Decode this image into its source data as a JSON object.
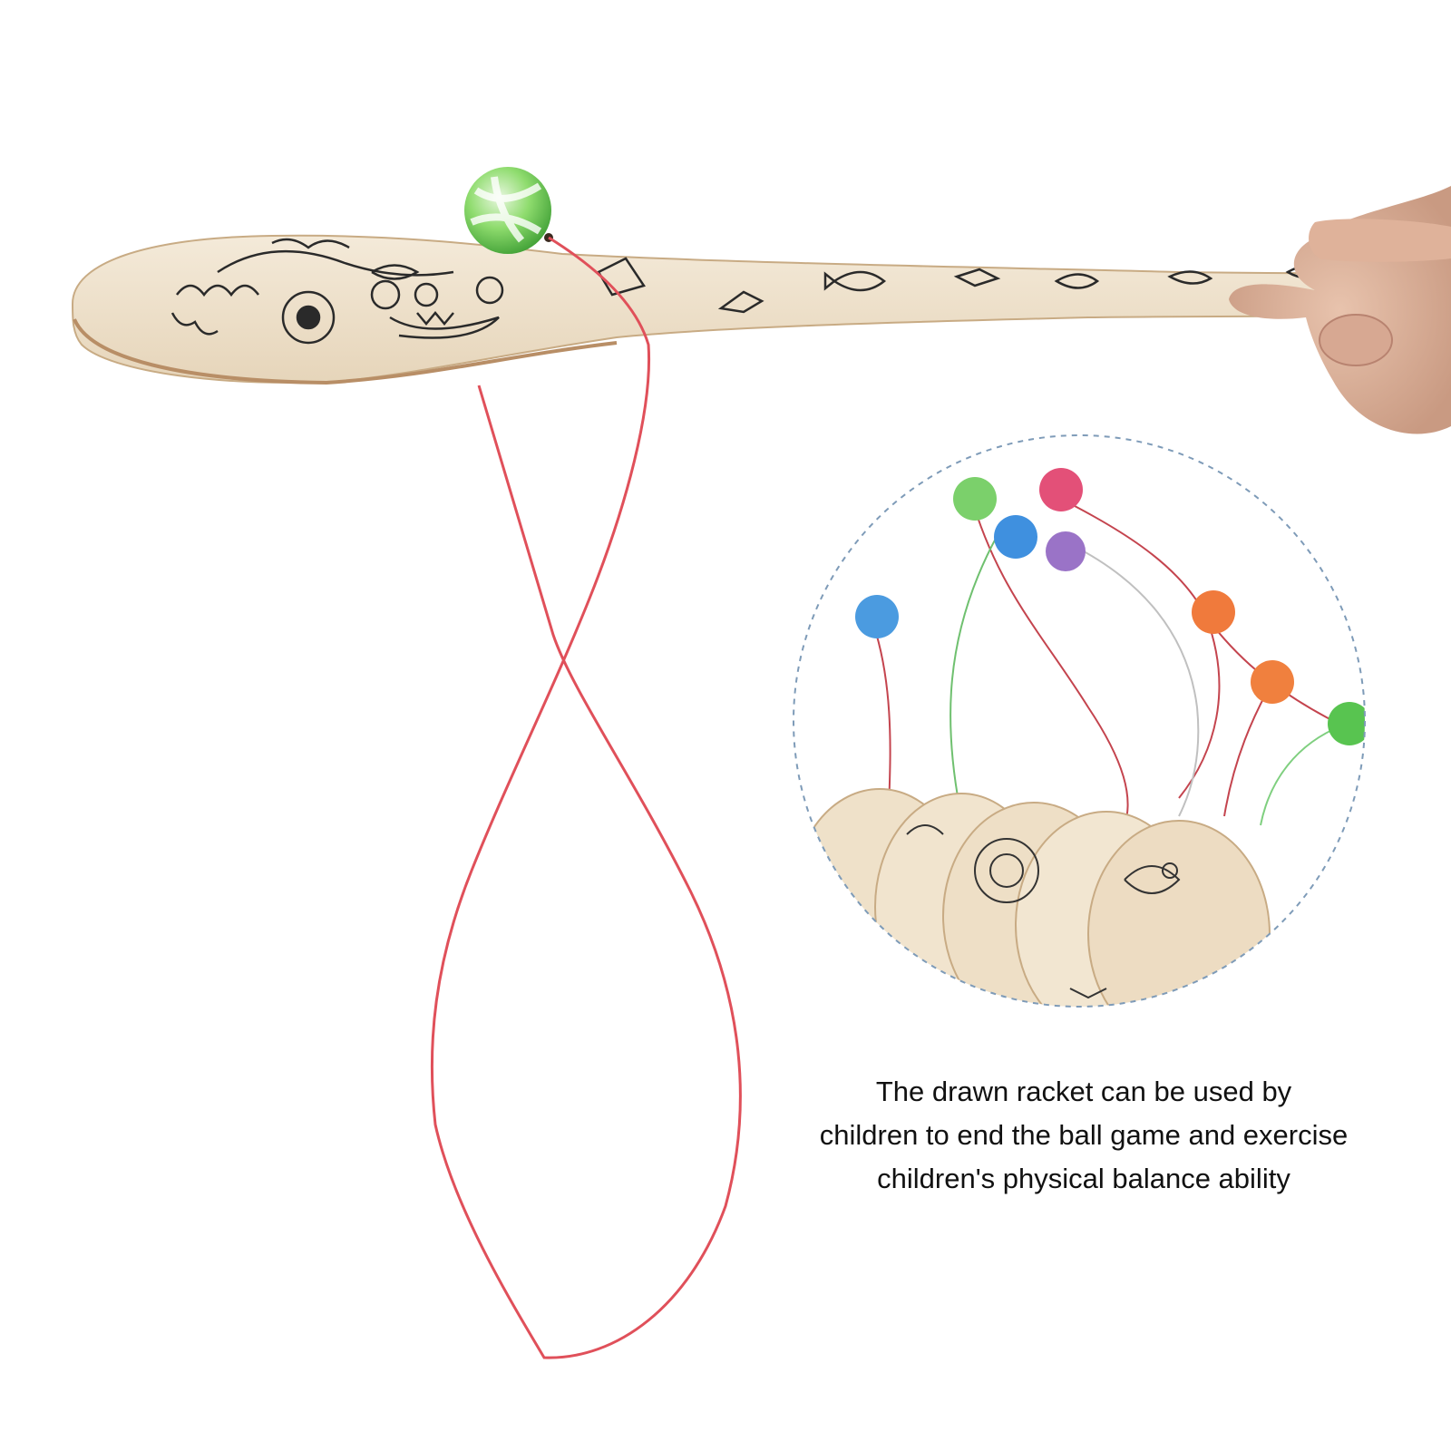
{
  "caption": {
    "lines": [
      "The drawn racket can be used by",
      "children to end the ball game and exercise",
      "children's physical balance ability"
    ]
  },
  "colors": {
    "background": "#ffffff",
    "wood": "#efe3cf",
    "wood_edge": "#c8ab84",
    "string": "#e0505a",
    "ball_green": "#5cc84a",
    "caption_text": "#111111",
    "inset_border": "#7e9bb8"
  },
  "icons": [
    "paddle-ball-toy",
    "bouncy-ball",
    "hand",
    "racket-set-inset"
  ]
}
